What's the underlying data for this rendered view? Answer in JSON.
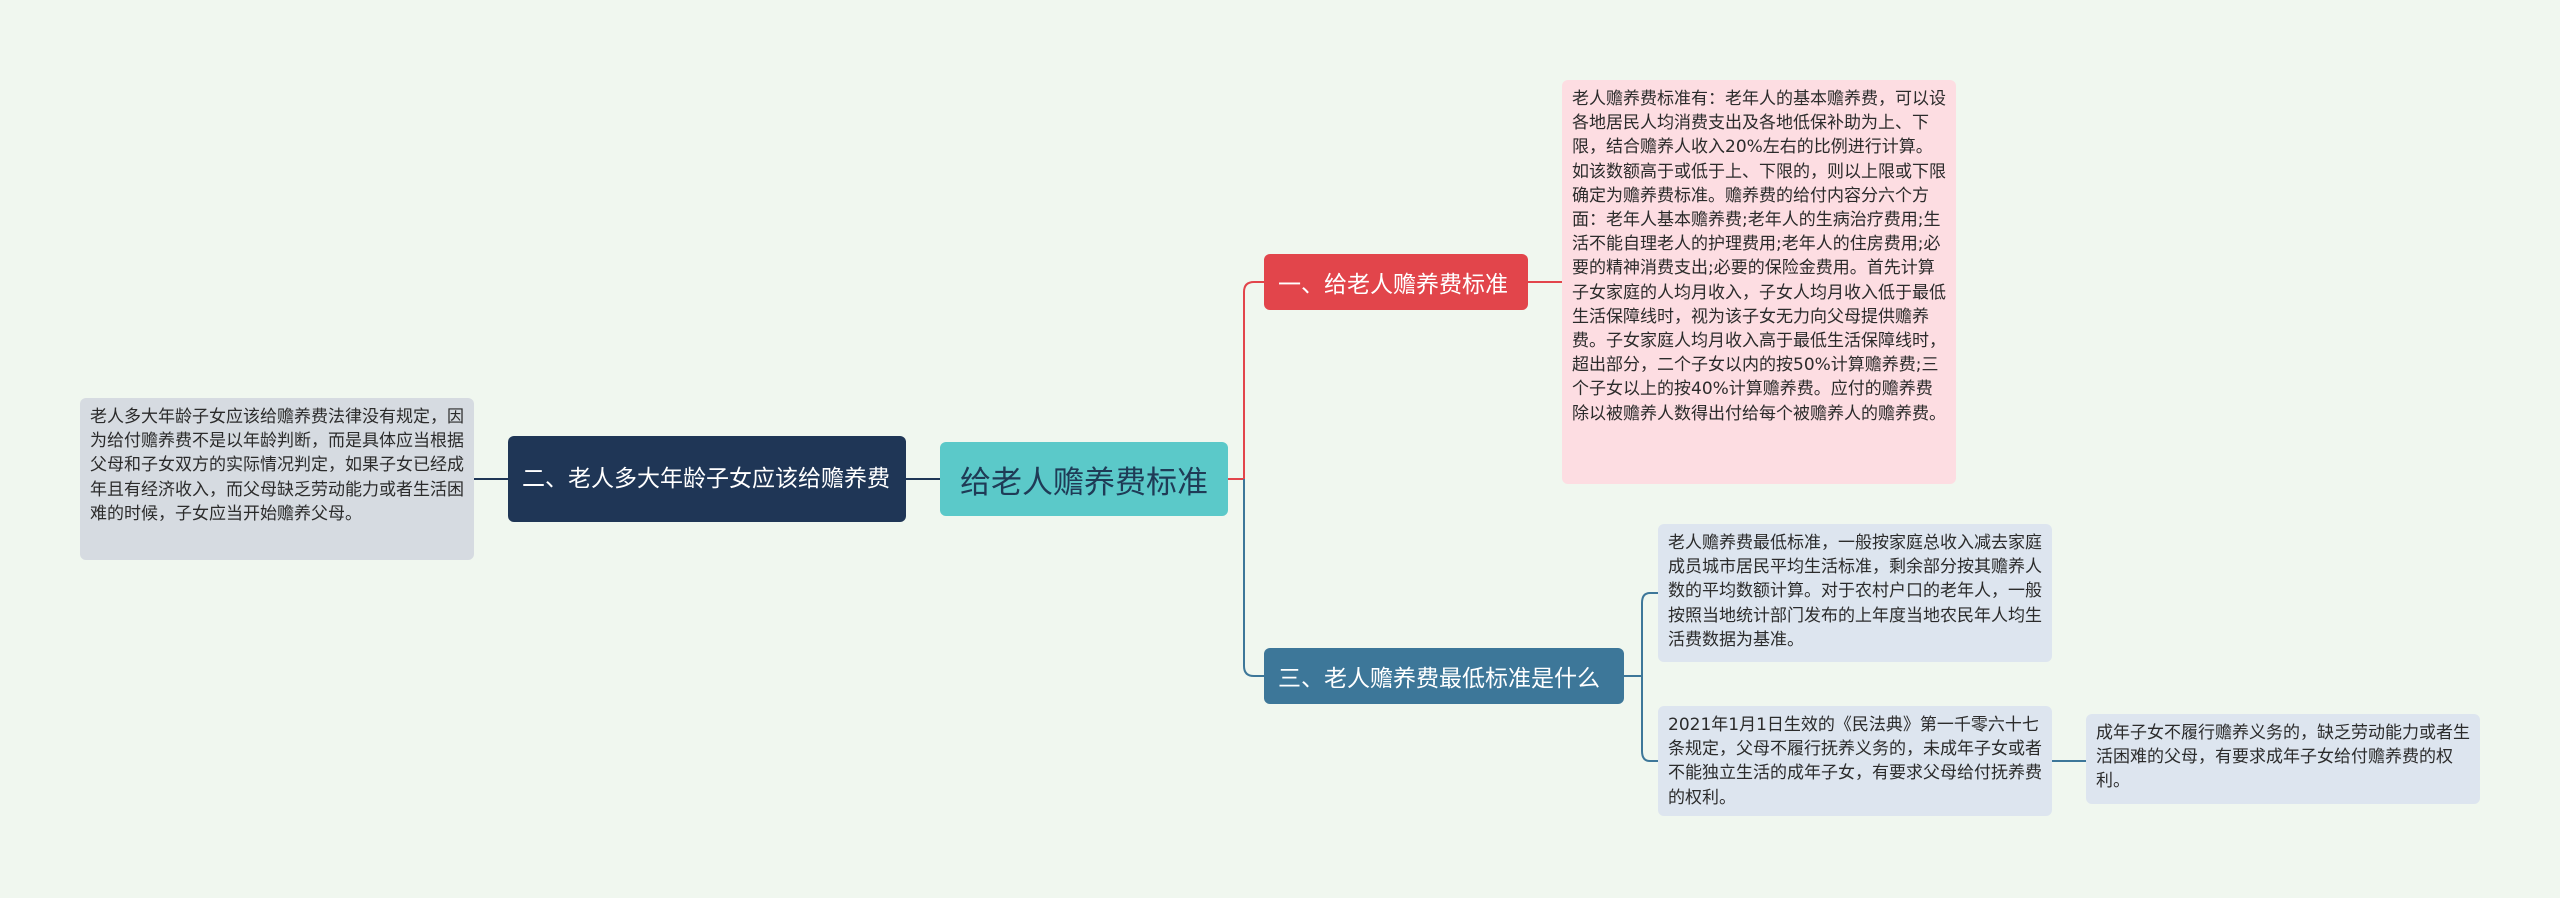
{
  "root": {
    "label": "给老人赡养费标准"
  },
  "branches": [
    {
      "label": "一、给老人赡养费标准",
      "detail": "老人赡养费标准有：老年人的基本赡养费，可以设各地居民人均消费支出及各地低保补助为上、下限，结合赡养人收入20%左右的比例进行计算。如该数额高于或低于上、下限的，则以上限或下限确定为赡养费标准。赡养费的给付内容分六个方面：老年人基本赡养费;老年人的生病治疗费用;生活不能自理老人的护理费用;老年人的住房费用;必要的精神消费支出;必要的保险金费用。首先计算子女家庭的人均月收入，子女人均月收入低于最低生活保障线时，视为该子女无力向父母提供赡养费。子女家庭人均月收入高于最低生活保障线时，超出部分，二个子女以内的按50%计算赡养费;三个子女以上的按40%计算赡养费。应付的赡养费除以被赡养人数得出付给每个被赡养人的赡养费。"
    },
    {
      "label": "二、老人多大年龄子女应该给赡养费",
      "detail": "老人多大年龄子女应该给赡养费法律没有规定，因为给付赡养费不是以年龄判断，而是具体应当根据父母和子女双方的实际情况判定，如果子女已经成年且有经济收入，而父母缺乏劳动能力或者生活困难的时候，子女应当开始赡养父母。"
    },
    {
      "label": "三、老人赡养费最低标准是什么",
      "detail_a": "老人赡养费最低标准，一般按家庭总收入减去家庭成员城市居民平均生活标准，剩余部分按其赡养人数的平均数额计算。对于农村户口的老年人，一般按照当地统计部门发布的上年度当地农民年人均生活费数据为基准。",
      "detail_b": "2021年1月1日生效的《民法典》第一千零六十七条规定，父母不履行抚养义务的，未成年子女或者不能独立生活的成年子女，有要求父母给付抚养费的权利。",
      "detail_b_child": "成年子女不履行赡养义务的，缺乏劳动能力或者生活困难的父母，有要求成年子女给付赡养费的权利。"
    }
  ],
  "colors": {
    "background": "#f0f7ef",
    "root": "#5bc9c9",
    "branch_1": "#e2454b",
    "branch_2": "#1f3656",
    "branch_3": "#3d7799",
    "leaf_pink": "#fddde2",
    "leaf_gray": "#d6dbe1",
    "leaf_blue": "#dde5ef"
  }
}
